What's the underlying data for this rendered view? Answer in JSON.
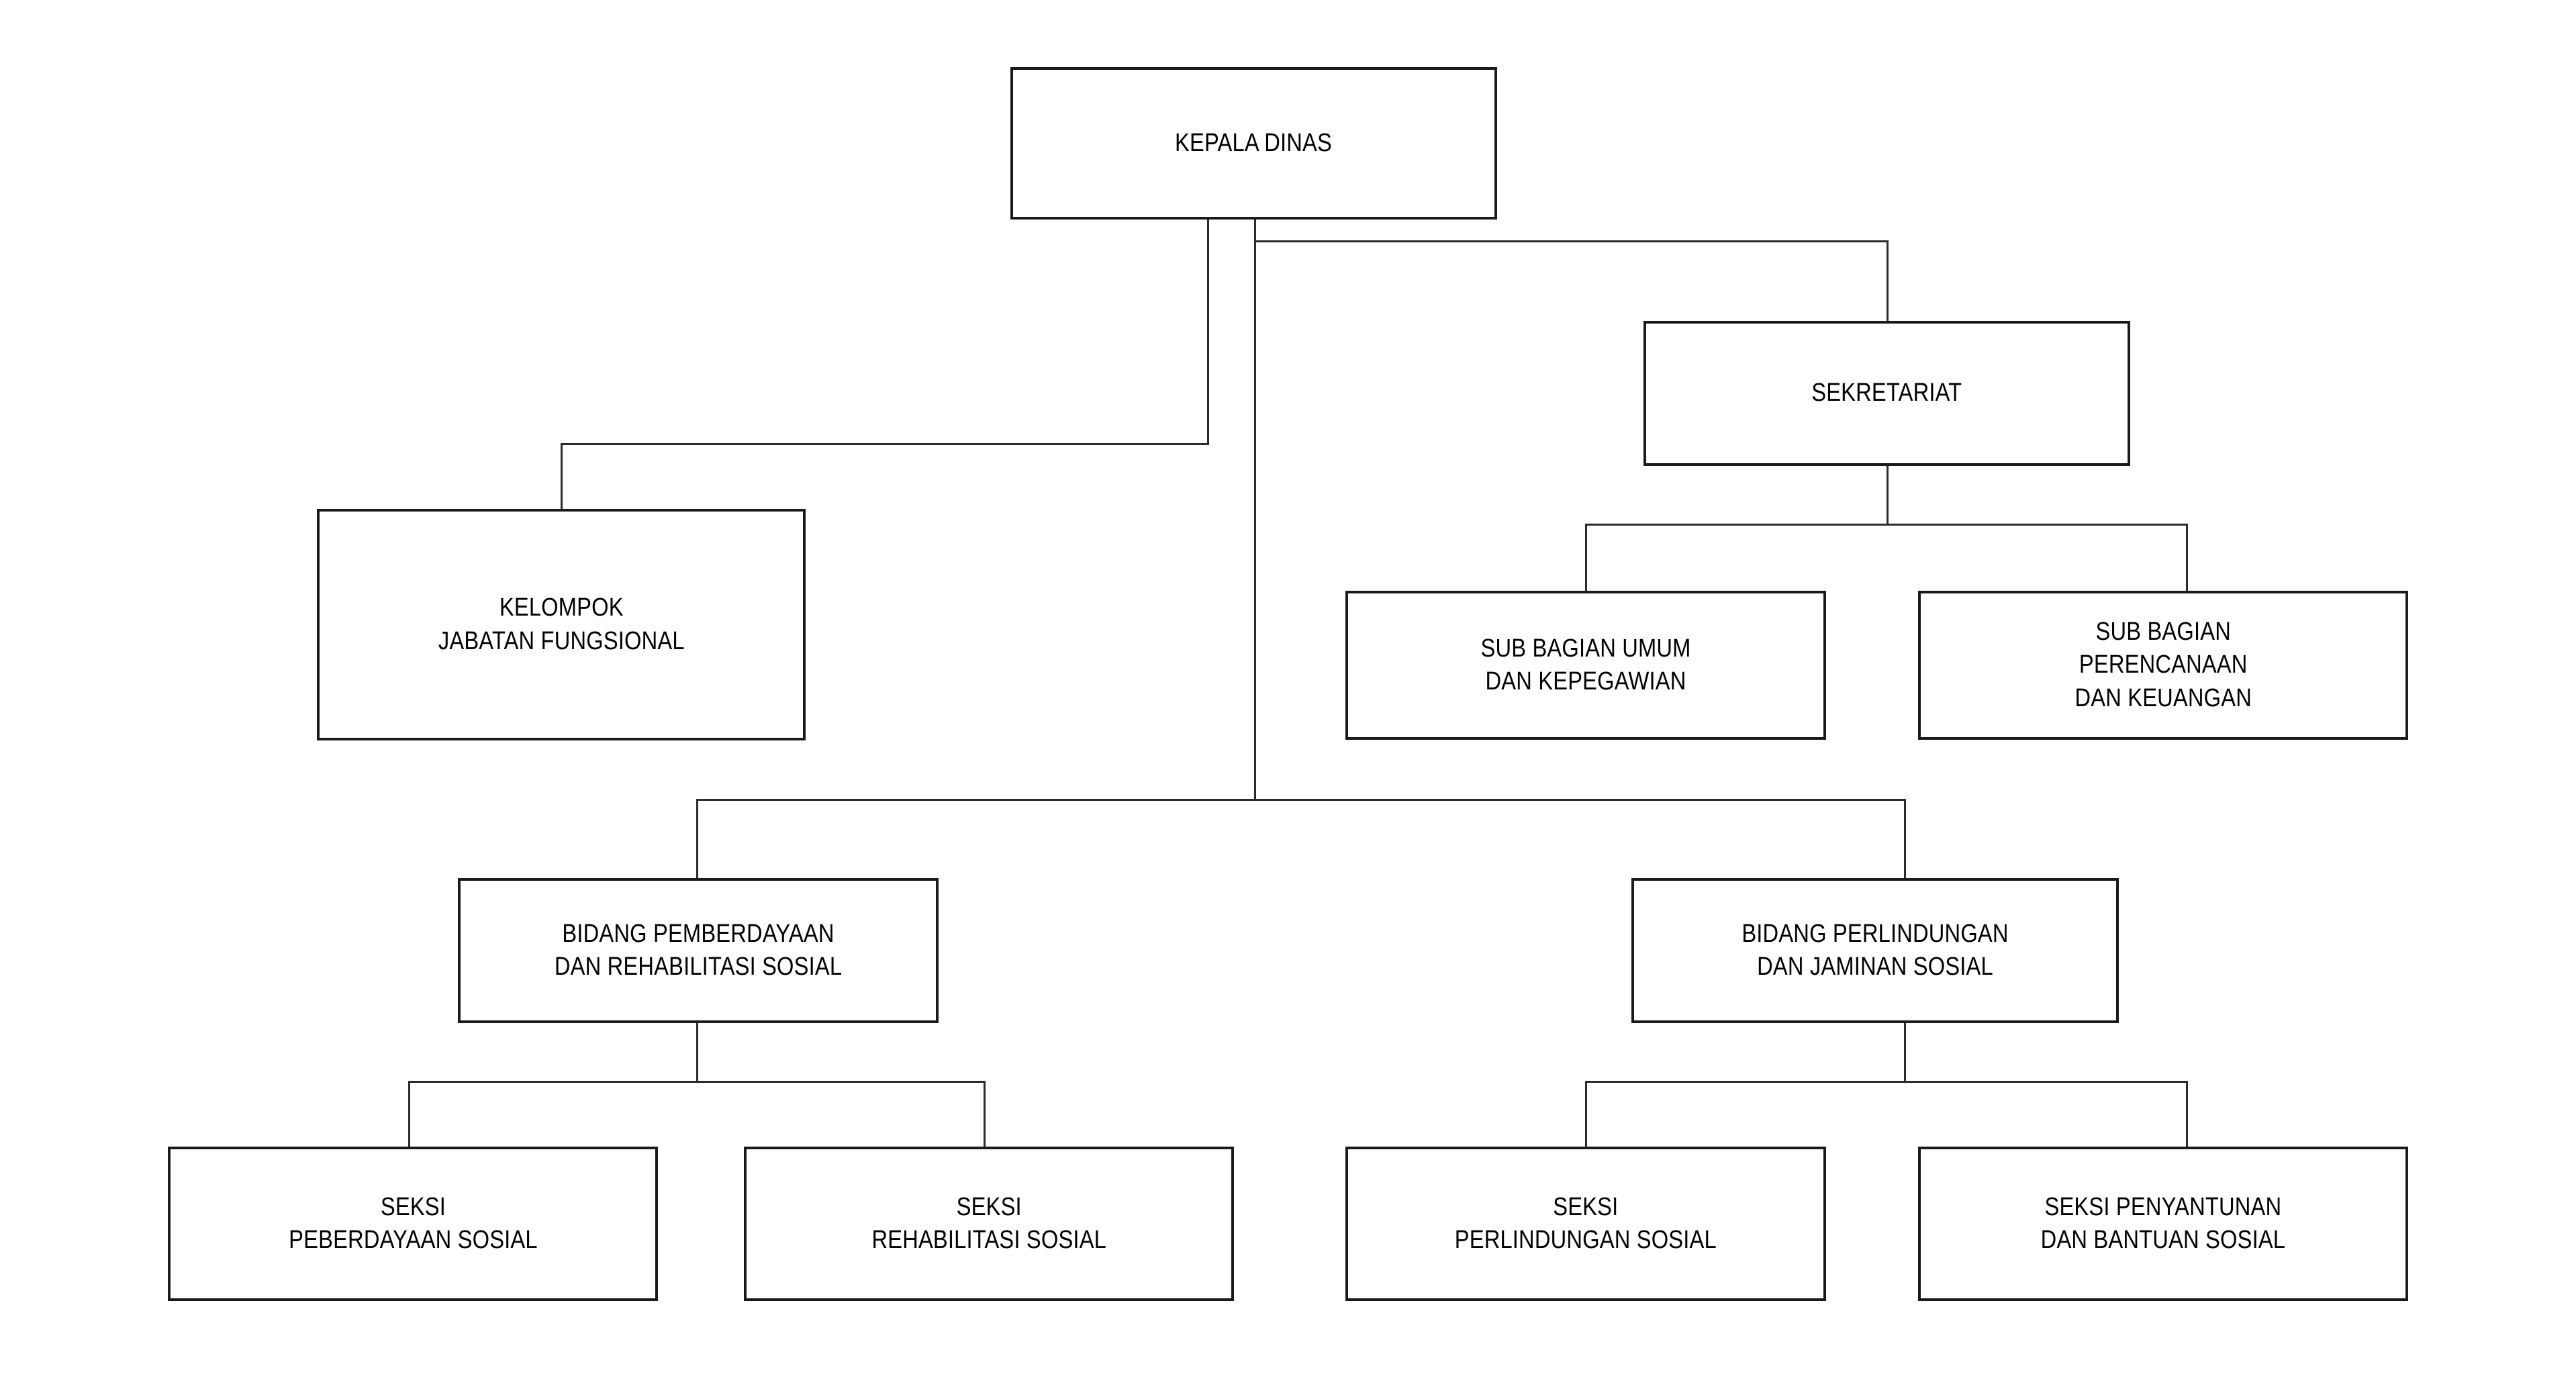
{
  "chart_data": {
    "type": "diagram",
    "diagram_type": "organizational-chart",
    "title": "",
    "orientation": "top-down",
    "background_color": "#ffffff",
    "box_border_color": "#1a1a1a",
    "connector_color": "#2b2b2b",
    "text_color": "#000000",
    "nodes": [
      {
        "id": "kepala-dinas",
        "label": "KEPALA DINAS",
        "level": 0,
        "parent": null
      },
      {
        "id": "kelompok-jafung",
        "label": "KELOMPOK\nJABATAN FUNGSIONAL",
        "level": 1,
        "parent": "kepala-dinas"
      },
      {
        "id": "sekretariat",
        "label": "SEKRETARIAT",
        "level": 1,
        "parent": "kepala-dinas"
      },
      {
        "id": "subbag-umum",
        "label": "SUB BAGIAN UMUM\nDAN KEPEGAWIAN",
        "level": 2,
        "parent": "sekretariat"
      },
      {
        "id": "subbag-perencanaan",
        "label": "SUB BAGIAN\nPERENCANAAN\nDAN KEUANGAN",
        "level": 2,
        "parent": "sekretariat"
      },
      {
        "id": "bidang-pemberdayaan",
        "label": "BIDANG PEMBERDAYAAN\nDAN REHABILITASI SOSIAL",
        "level": 2,
        "parent": "kepala-dinas"
      },
      {
        "id": "bidang-perlindungan",
        "label": "BIDANG PERLINDUNGAN\nDAN JAMINAN SOSIAL",
        "level": 2,
        "parent": "kepala-dinas"
      },
      {
        "id": "seksi-peberdayaan",
        "label": "SEKSI\nPEBERDAYAAN SOSIAL",
        "level": 3,
        "parent": "bidang-pemberdayaan"
      },
      {
        "id": "seksi-rehabilitasi",
        "label": "SEKSI\nREHABILITASI SOSIAL",
        "level": 3,
        "parent": "bidang-pemberdayaan"
      },
      {
        "id": "seksi-perlindungan",
        "label": "SEKSI\nPERLINDUNGAN SOSIAL",
        "level": 3,
        "parent": "bidang-perlindungan"
      },
      {
        "id": "seksi-penyantunan",
        "label": "SEKSI PENYANTUNAN\nDAN BANTUAN SOSIAL",
        "level": 3,
        "parent": "bidang-perlindungan"
      }
    ],
    "edges": [
      {
        "from": "kepala-dinas",
        "to": "kelompok-jafung"
      },
      {
        "from": "kepala-dinas",
        "to": "sekretariat"
      },
      {
        "from": "kepala-dinas",
        "to": "bidang-pemberdayaan"
      },
      {
        "from": "kepala-dinas",
        "to": "bidang-perlindungan"
      },
      {
        "from": "sekretariat",
        "to": "subbag-umum"
      },
      {
        "from": "sekretariat",
        "to": "subbag-perencanaan"
      },
      {
        "from": "bidang-pemberdayaan",
        "to": "seksi-peberdayaan"
      },
      {
        "from": "bidang-pemberdayaan",
        "to": "seksi-rehabilitasi"
      },
      {
        "from": "bidang-perlindungan",
        "to": "seksi-perlindungan"
      },
      {
        "from": "bidang-perlindungan",
        "to": "seksi-penyantunan"
      }
    ]
  },
  "nodes": {
    "kepala_dinas": {
      "label": "KEPALA DINAS"
    },
    "kelompok_jafung": {
      "label": "KELOMPOK\nJABATAN FUNGSIONAL"
    },
    "sekretariat": {
      "label": "SEKRETARIAT"
    },
    "subbag_umum": {
      "label": "SUB BAGIAN UMUM\nDAN KEPEGAWIAN"
    },
    "subbag_perencanaan": {
      "label": "SUB BAGIAN\nPERENCANAAN\nDAN KEUANGAN"
    },
    "bidang_pemberdayaan": {
      "label": "BIDANG PEMBERDAYAAN\nDAN REHABILITASI SOSIAL"
    },
    "bidang_perlindungan": {
      "label": "BIDANG PERLINDUNGAN\nDAN JAMINAN SOSIAL"
    },
    "seksi_peberdayaan": {
      "label": "SEKSI\nPEBERDAYAAN SOSIAL"
    },
    "seksi_rehabilitasi": {
      "label": "SEKSI\nREHABILITASI SOSIAL"
    },
    "seksi_perlindungan": {
      "label": "SEKSI\nPERLINDUNGAN SOSIAL"
    },
    "seksi_penyantunan": {
      "label": "SEKSI PENYANTUNAN\nDAN BANTUAN SOSIAL"
    }
  }
}
